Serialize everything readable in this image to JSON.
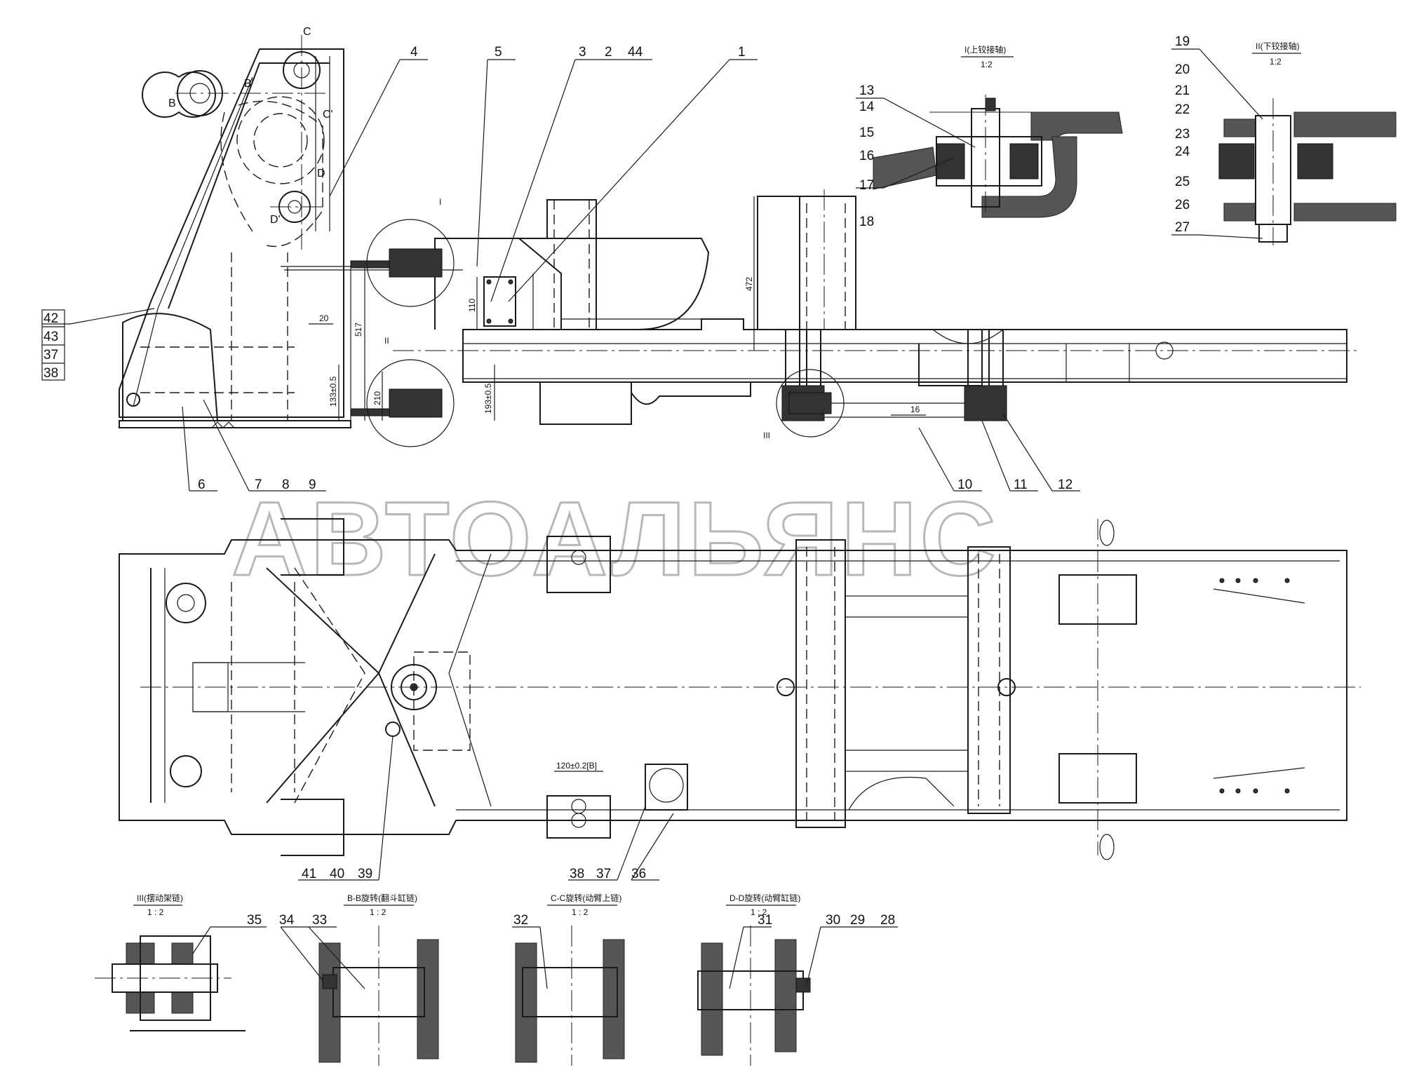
{
  "watermark": "АВТОАЛЬЯНС",
  "callouts_top": [
    {
      "id": "c1",
      "label": "1"
    },
    {
      "id": "c3",
      "label": "3"
    },
    {
      "id": "c2",
      "label": "2"
    },
    {
      "id": "c44",
      "label": "44"
    },
    {
      "id": "c4",
      "label": "4"
    },
    {
      "id": "c5",
      "label": "5"
    },
    {
      "id": "c6",
      "label": "6"
    },
    {
      "id": "c7",
      "label": "7"
    },
    {
      "id": "c8",
      "label": "8"
    },
    {
      "id": "c9",
      "label": "9"
    },
    {
      "id": "c10",
      "label": "10"
    },
    {
      "id": "c11",
      "label": "11"
    },
    {
      "id": "c12",
      "label": "12"
    }
  ],
  "callouts_left": [
    "42",
    "43",
    "37",
    "38"
  ],
  "callouts_detail1": [
    "13",
    "14",
    "15",
    "16",
    "17",
    "18"
  ],
  "callouts_detail2": [
    "19",
    "20",
    "21",
    "22",
    "23",
    "24",
    "25",
    "26",
    "27"
  ],
  "callouts_plan": [
    "41",
    "40",
    "39",
    "38",
    "37",
    "36"
  ],
  "callouts_bottom": [
    "35",
    "34",
    "33",
    "32",
    "31",
    "30",
    "29",
    "28"
  ],
  "section_markers": {
    "c_top": "C",
    "b_left": "B",
    "b_prime": "B'",
    "c_right": "C'",
    "d_mark": "D",
    "d_prime": "D'",
    "detail1_mark": "I",
    "detail2_mark": "II",
    "detail3_mark": "III"
  },
  "detail_titles": {
    "d1_title": "I(上铰接轴)",
    "d1_scale": "1:2",
    "d2_title": "II(下铰接轴)",
    "d2_scale": "1:2",
    "d3_title": "III(摆动架链)",
    "d3_scale": "1 : 2",
    "bb_title": "B-B旋转(翻斗缸链)",
    "bb_scale": "1 : 2",
    "cc_title": "C-C旋转(动臂上链)",
    "cc_scale": "1 : 2",
    "dd_title": "D-D旋转(动臂缸链)",
    "dd_scale": "1 : 2"
  },
  "dimensions": {
    "d20": "20",
    "d517": "517",
    "d133": "133±0.5",
    "d210": "210",
    "d193": "193±0.5",
    "d110": "110",
    "d472": "472",
    "d16": "16",
    "d120": "120±0.2[B]"
  }
}
